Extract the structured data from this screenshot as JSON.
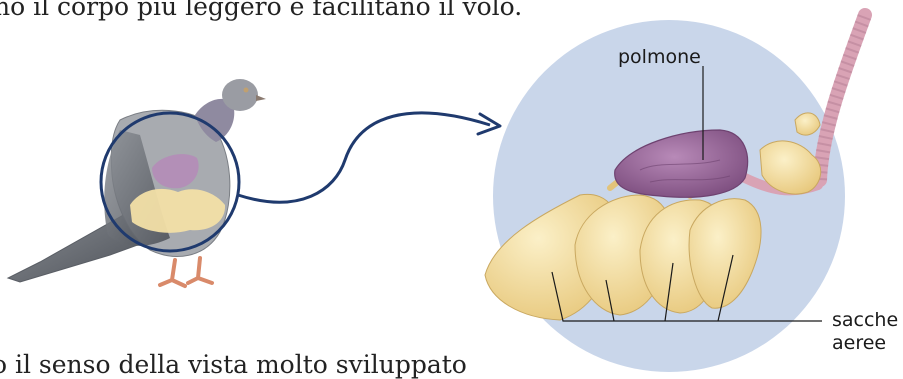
{
  "text": {
    "top_line": "no il corpo più leggero e facilitano il volo.",
    "bottom_line": "o il senso della vista molto sviluppato"
  },
  "labels": {
    "lung": "polmone",
    "air_sacs_line1": "sacche",
    "air_sacs_line2": "aeree"
  },
  "colors": {
    "zoom_circle_bg": "#c9d6ea",
    "highlight_ring": "#1f3a6e",
    "arrow": "#1f3a6e",
    "lung": "#9a6a9a",
    "air_sacs": "#f1dc9c",
    "trachea": "#d9a3b5",
    "pigeon_body": "#a6a9ad"
  }
}
